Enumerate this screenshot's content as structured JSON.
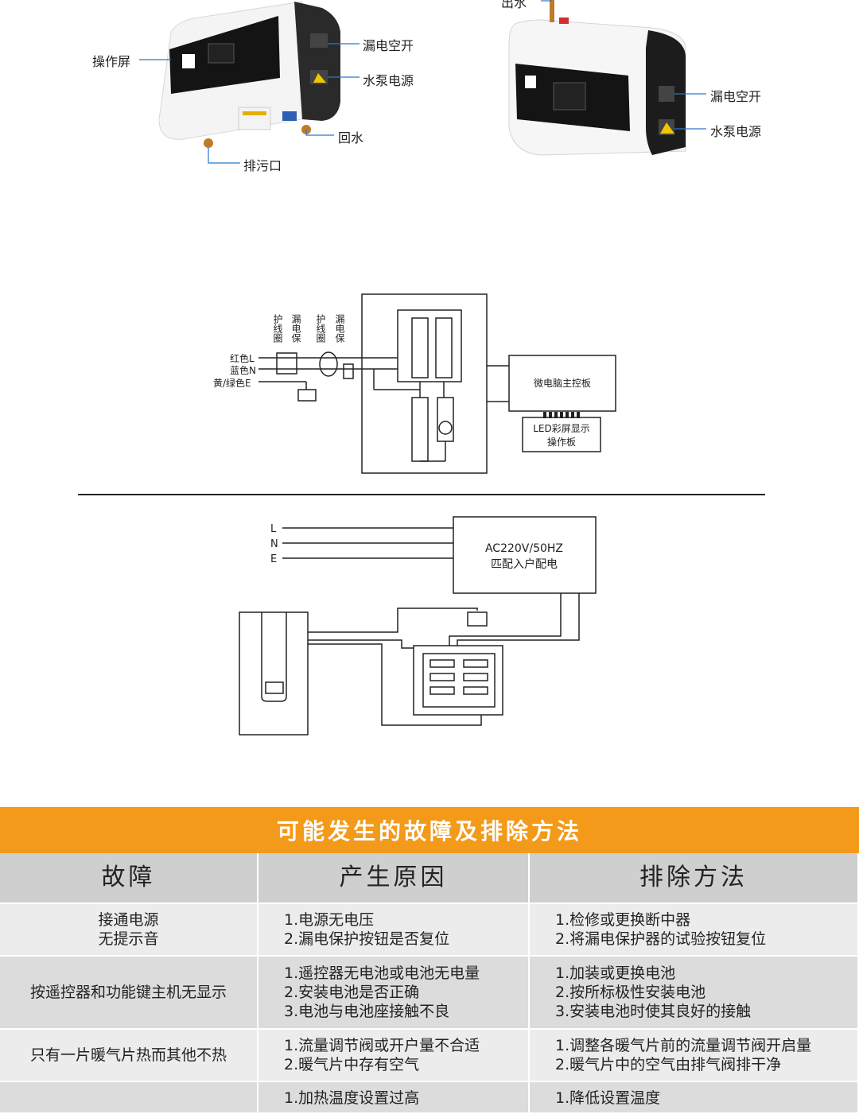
{
  "product": {
    "left_callouts": [
      "操作屏",
      "漏电空开",
      "水泵电源",
      "回水",
      "排污口"
    ],
    "right_callouts": [
      "出水",
      "漏电空开",
      "水泵电源"
    ],
    "accent": "#f39a1a"
  },
  "wiring_diagram": {
    "vertical_labels": [
      "护线圈",
      "漏电保",
      "护线圈",
      "漏电保"
    ],
    "wire_labels": [
      "红色L",
      "蓝色N",
      "黄/绿色E"
    ],
    "main_board": "微电脑主控板",
    "display_board_line1": "LED彩屏显示",
    "display_board_line2": "操作板"
  },
  "supply_diagram": {
    "lines": [
      "L",
      "N",
      "E"
    ],
    "supply_line1": "AC220V/50HZ",
    "supply_line2": "匹配入户配电"
  },
  "troubleshooting": {
    "title": "可能发生的故障及排除方法",
    "headers": [
      "故障",
      "产生原因",
      "排除方法"
    ],
    "rows": [
      {
        "fault": [
          "接通电源",
          "无提示音"
        ],
        "causes": [
          "1.电源无电压",
          "2.漏电保护按钮是否复位"
        ],
        "fixes": [
          "1.检修或更换断中器",
          "2.将漏电保护器的试验按钮复位"
        ]
      },
      {
        "fault": [
          "按遥控器和功能键主机无显示"
        ],
        "causes": [
          "1.遥控器无电池或电池无电量",
          "2.安装电池是否正确",
          "3.电池与电池座接触不良"
        ],
        "fixes": [
          "1.加装或更换电池",
          "2.按所标极性安装电池",
          "3.安装电池时使其良好的接触"
        ]
      },
      {
        "fault": [
          "只有一片暖气片热而其他不热"
        ],
        "causes": [
          "1.流量调节阀或开户量不合适",
          "2.暖气片中存有空气"
        ],
        "fixes": [
          "1.调整各暖气片前的流量调节阀开启量",
          "2.暖气片中的空气由排气阀排干净"
        ]
      },
      {
        "fault": [
          ""
        ],
        "causes": [
          "1.加热温度设置过高"
        ],
        "fixes": [
          "1.降低设置温度"
        ]
      }
    ]
  }
}
